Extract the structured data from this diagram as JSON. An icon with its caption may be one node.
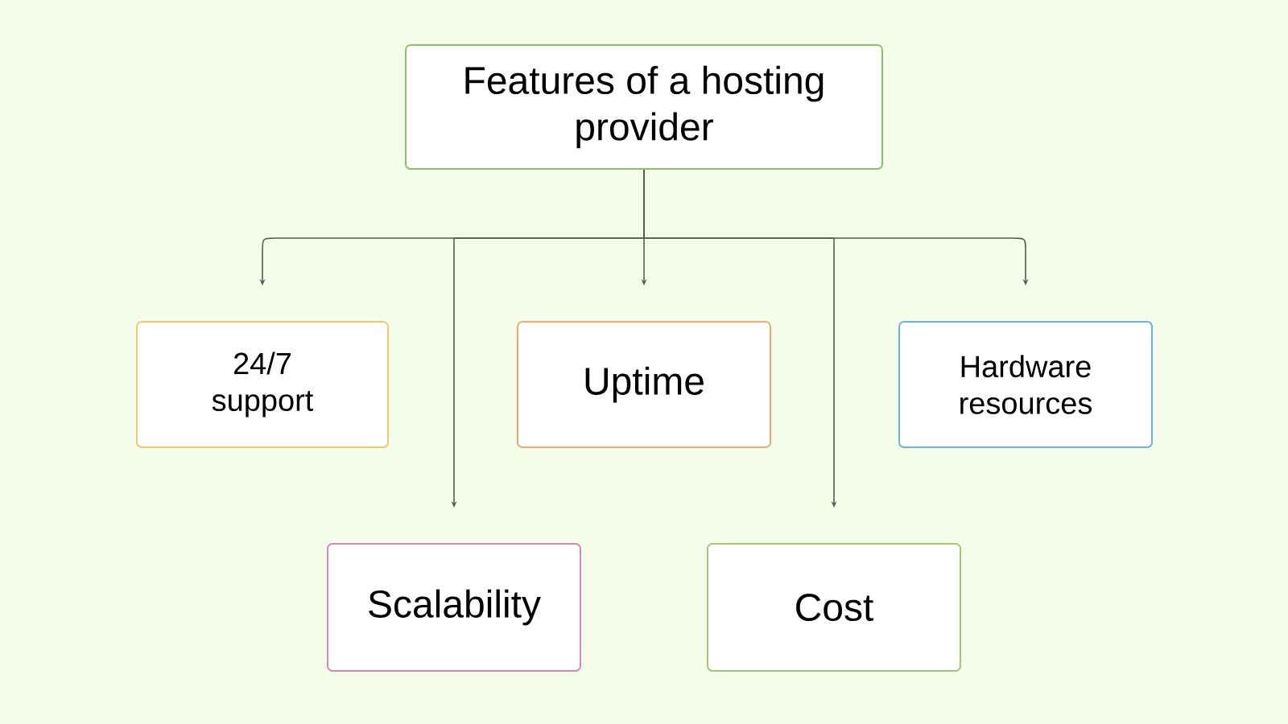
{
  "diagram": {
    "nodes": [
      {
        "text": [
          "Features of a hosting provider"
        ]
      },
      {
        "text": [
          "24/7 support"
        ]
      },
      {
        "text": [
          "Uptime"
        ]
      },
      {
        "text": [
          "Hardware resources"
        ]
      },
      {
        "text": [
          "Scalability"
        ]
      },
      {
        "text": [
          "Cost"
        ]
      }
    ],
    "edges": [
      {
        "from": 0,
        "to": 1,
        "arrow": "to"
      },
      {
        "from": 0,
        "to": 2,
        "arrow": "to"
      },
      {
        "from": 0,
        "to": 3,
        "arrow": "to"
      },
      {
        "from": 0,
        "to": 4,
        "arrow": "to"
      },
      {
        "from": 0,
        "to": 5,
        "arrow": "to"
      }
    ]
  }
}
